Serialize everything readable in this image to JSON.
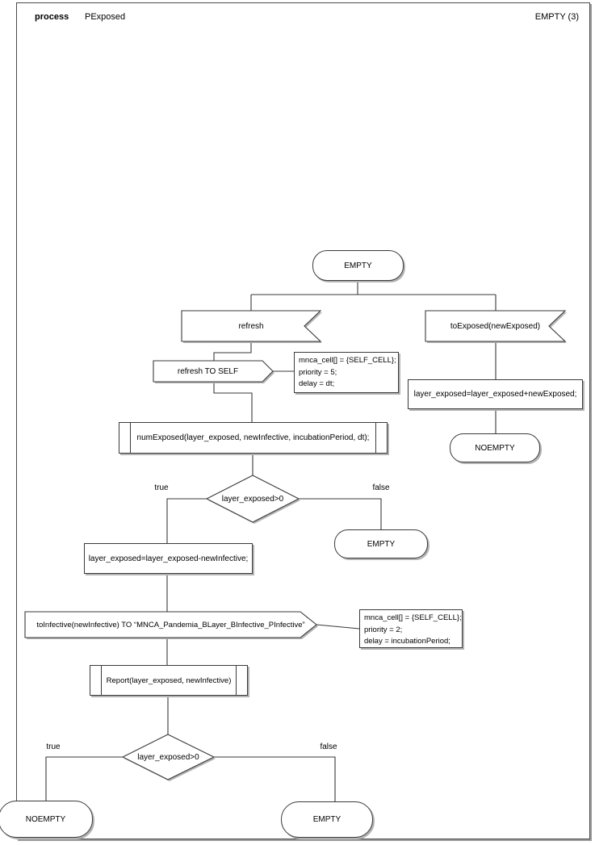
{
  "header": {
    "kind_label": "process",
    "process_name": "PExposed",
    "page_label": "EMPTY (3)"
  },
  "nodes": {
    "state_start": "EMPTY",
    "receive_refresh": "refresh",
    "send_refresh_self": "refresh TO SELF",
    "comment_refresh": {
      "lines": [
        "mnca_cell[] = {SELF_CELL};",
        "priority = 5;",
        "delay = dt;"
      ]
    },
    "receive_toexposed": "toExposed(newExposed)",
    "task_add_exposed": "layer_exposed=layer_exposed+newExposed;",
    "state_noempty_right": "NOEMPTY",
    "proc_numexposed": "numExposed(layer_exposed, newInfective, incubationPeriod, dt);",
    "decision1": "layer_exposed>0",
    "decision1_true": "true",
    "decision1_false": "false",
    "state_empty_mid": "EMPTY",
    "task_sub_infective": "layer_exposed=layer_exposed-newInfective;",
    "send_toinfective": "toInfective(newInfective) TO “MNCA_Pandemia_BLayer_BInfective_PInfective”",
    "comment_toinfective": {
      "lines": [
        "mnca_cell[] = {SELF_CELL};",
        "priority = 2;",
        "delay = incubationPeriod;"
      ]
    },
    "proc_report": "Report(layer_exposed, newInfective)",
    "decision2": "layer_exposed>0",
    "decision2_true": "true",
    "decision2_false": "false",
    "state_noempty_bottom": "NOEMPTY",
    "state_empty_bottom": "EMPTY"
  },
  "colors": {
    "stroke": "#3a3a3a",
    "shadow": "#b3b3b3",
    "background": "#ffffff",
    "text": "#000000"
  }
}
